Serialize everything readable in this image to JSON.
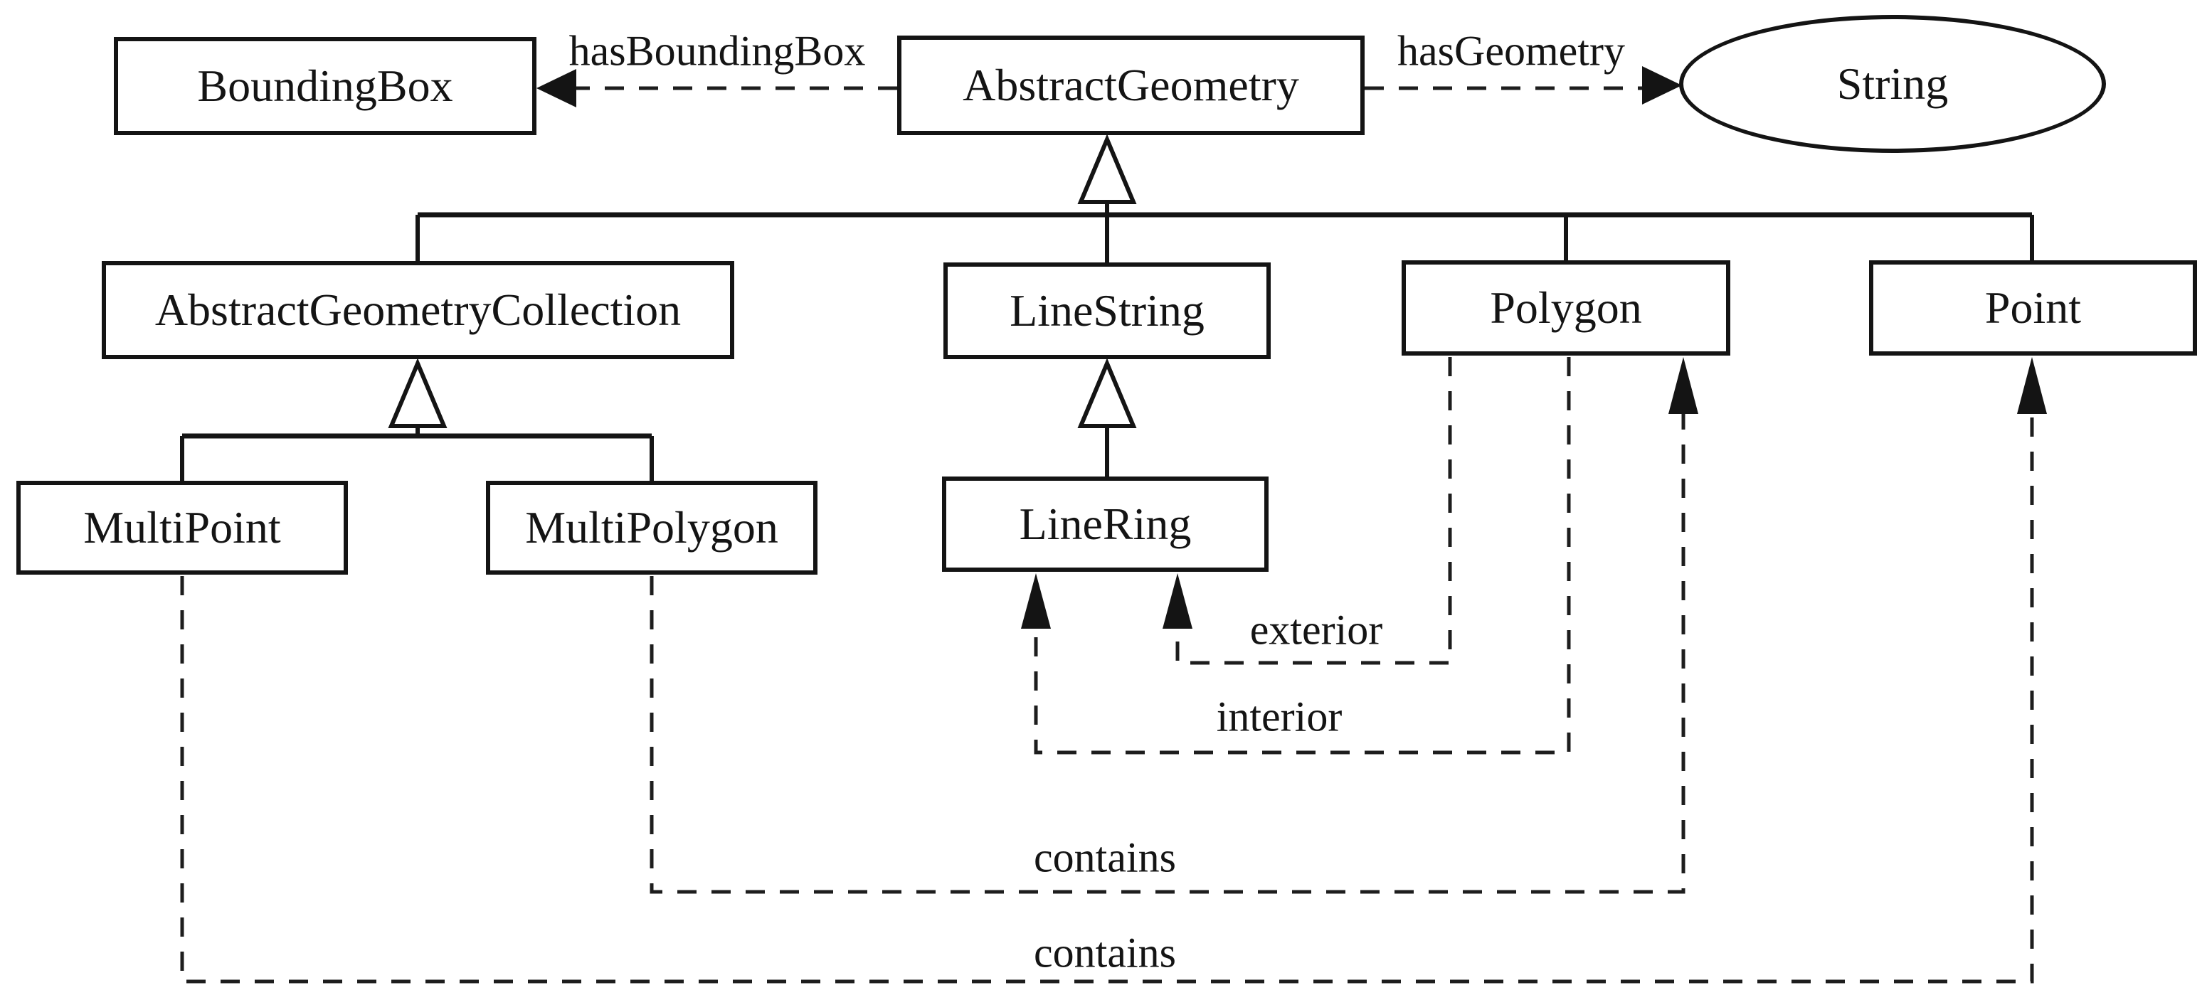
{
  "diagram": {
    "kind": "class-diagram",
    "colors": {
      "line": "#141414",
      "node_fill": "#ffffff",
      "text": "#141414",
      "background": "#ffffff"
    },
    "nodes": [
      {
        "id": "bounding-box",
        "label": "BoundingBox",
        "shape": "rect"
      },
      {
        "id": "abstract-geometry",
        "label": "AbstractGeometry",
        "shape": "rect"
      },
      {
        "id": "string",
        "label": "String",
        "shape": "ellipse"
      },
      {
        "id": "abstract-geometry-collection",
        "label": "AbstractGeometryCollection",
        "shape": "rect"
      },
      {
        "id": "line-string",
        "label": "LineString",
        "shape": "rect"
      },
      {
        "id": "polygon",
        "label": "Polygon",
        "shape": "rect"
      },
      {
        "id": "point",
        "label": "Point",
        "shape": "rect"
      },
      {
        "id": "multi-point",
        "label": "MultiPoint",
        "shape": "rect"
      },
      {
        "id": "multi-polygon",
        "label": "MultiPolygon",
        "shape": "rect"
      },
      {
        "id": "line-ring",
        "label": "LineRing",
        "shape": "rect"
      }
    ],
    "edges": [
      {
        "from": "abstract-geometry",
        "to": "bounding-box",
        "label": "hasBoundingBox",
        "type": "dashed-arrow"
      },
      {
        "from": "abstract-geometry",
        "to": "string",
        "label": "hasGeometry",
        "type": "dashed-arrow"
      },
      {
        "from": "abstract-geometry-collection",
        "to": "abstract-geometry",
        "label": "",
        "type": "generalization"
      },
      {
        "from": "line-string",
        "to": "abstract-geometry",
        "label": "",
        "type": "generalization"
      },
      {
        "from": "polygon",
        "to": "abstract-geometry",
        "label": "",
        "type": "generalization"
      },
      {
        "from": "point",
        "to": "abstract-geometry",
        "label": "",
        "type": "generalization"
      },
      {
        "from": "multi-point",
        "to": "abstract-geometry-collection",
        "label": "",
        "type": "generalization"
      },
      {
        "from": "multi-polygon",
        "to": "abstract-geometry-collection",
        "label": "",
        "type": "generalization"
      },
      {
        "from": "line-ring",
        "to": "line-string",
        "label": "",
        "type": "generalization"
      },
      {
        "from": "polygon",
        "to": "line-ring",
        "label": "exterior",
        "type": "dashed-arrow"
      },
      {
        "from": "polygon",
        "to": "line-ring",
        "label": "interior",
        "type": "dashed-arrow"
      },
      {
        "from": "multi-polygon",
        "to": "polygon",
        "label": "contains",
        "type": "dashed-arrow"
      },
      {
        "from": "multi-point",
        "to": "point",
        "label": "contains",
        "type": "dashed-arrow"
      }
    ]
  }
}
